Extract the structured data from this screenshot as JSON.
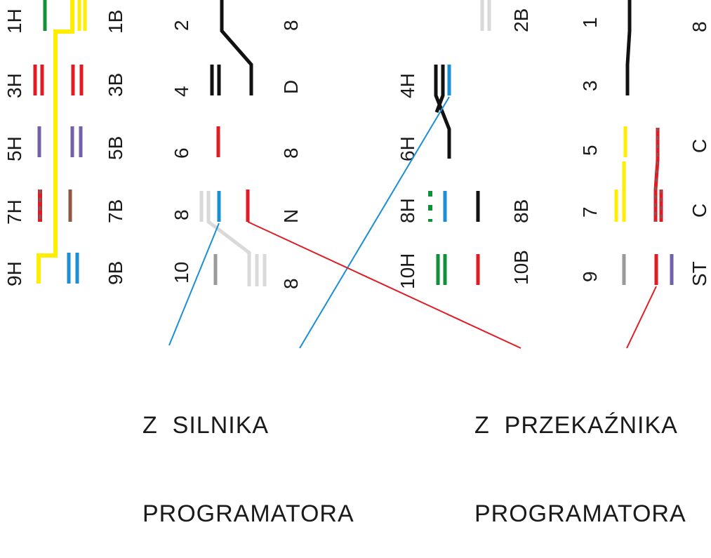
{
  "colors": {
    "yellow": "#ffee00",
    "red": "#e01b24",
    "blue": "#1a8fd6",
    "green": "#11903a",
    "purple": "#7261a8",
    "brown": "#8e5746",
    "black": "#111111",
    "grey": "#9a9a9a",
    "light_grey": "#d9d9d9"
  },
  "labels": {
    "l1H": "1H",
    "l3H": "3H",
    "l5H": "5H",
    "l7H": "7H",
    "l9H": "9H",
    "l1B": "1B",
    "l3B": "3B",
    "l5B": "5B",
    "l7B": "7B",
    "l9B": "9B",
    "n2": "2",
    "n4": "4",
    "n6": "6",
    "n8a": "8",
    "n10": "10",
    "r8a": "8",
    "rD": "D",
    "r8b": "8",
    "rN": "N",
    "r8c": "8",
    "l4H": "4H",
    "l6H": "6H",
    "l8H": "8H",
    "l10H": "10H",
    "l2B": "2B",
    "l8B": "8B",
    "l10B": "10B",
    "c1": "1",
    "c3": "3",
    "c5": "5",
    "c7": "7",
    "c9": "9",
    "e8": "8",
    "eC1": "C",
    "eC2": "C",
    "eST": "ST"
  },
  "captions": {
    "silnika_line1": "Z  SILNIKA",
    "silnika_line2": "PROGRAMATORA",
    "przekaznika_line1": "Z  PRZEKAŹNIKA",
    "przekaznika_line2": "PROGRAMATORA"
  }
}
